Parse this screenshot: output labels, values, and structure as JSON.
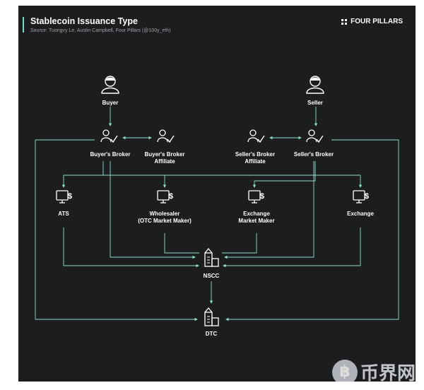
{
  "header": {
    "title": "Stablecoin Issuance Type",
    "source": "Source: Tuongvy Le, Austin Campbell, Four Pillars (@100y_eth)",
    "brand": "FOUR PILLARS"
  },
  "nodes": {
    "buyer": "Buyer",
    "seller": "Seller",
    "buyers_broker": "Buyer's Broker",
    "buyers_broker_affiliate_1": "Buyer's Broker",
    "buyers_broker_affiliate_2": "Affiliate",
    "sellers_broker_affiliate_1": "Seller's Broker",
    "sellers_broker_affiliate_2": "Affiliate",
    "sellers_broker": "Seller's Broker",
    "ats": "ATS",
    "wholesaler_1": "Wholesaler",
    "wholesaler_2": "(OTC Market Maker)",
    "exchange_mm_1": "Exchange",
    "exchange_mm_2": "Market Maker",
    "exchange": "Exchange",
    "nscc": "NSCC",
    "dtc": "DTC"
  },
  "watermark": {
    "coin_glyph": "฿",
    "text": "币界网"
  },
  "colors": {
    "background": "#1c1d1f",
    "connector": "#8ee0cc",
    "icon": "#ffffff",
    "accent": "#7ad9c2"
  }
}
